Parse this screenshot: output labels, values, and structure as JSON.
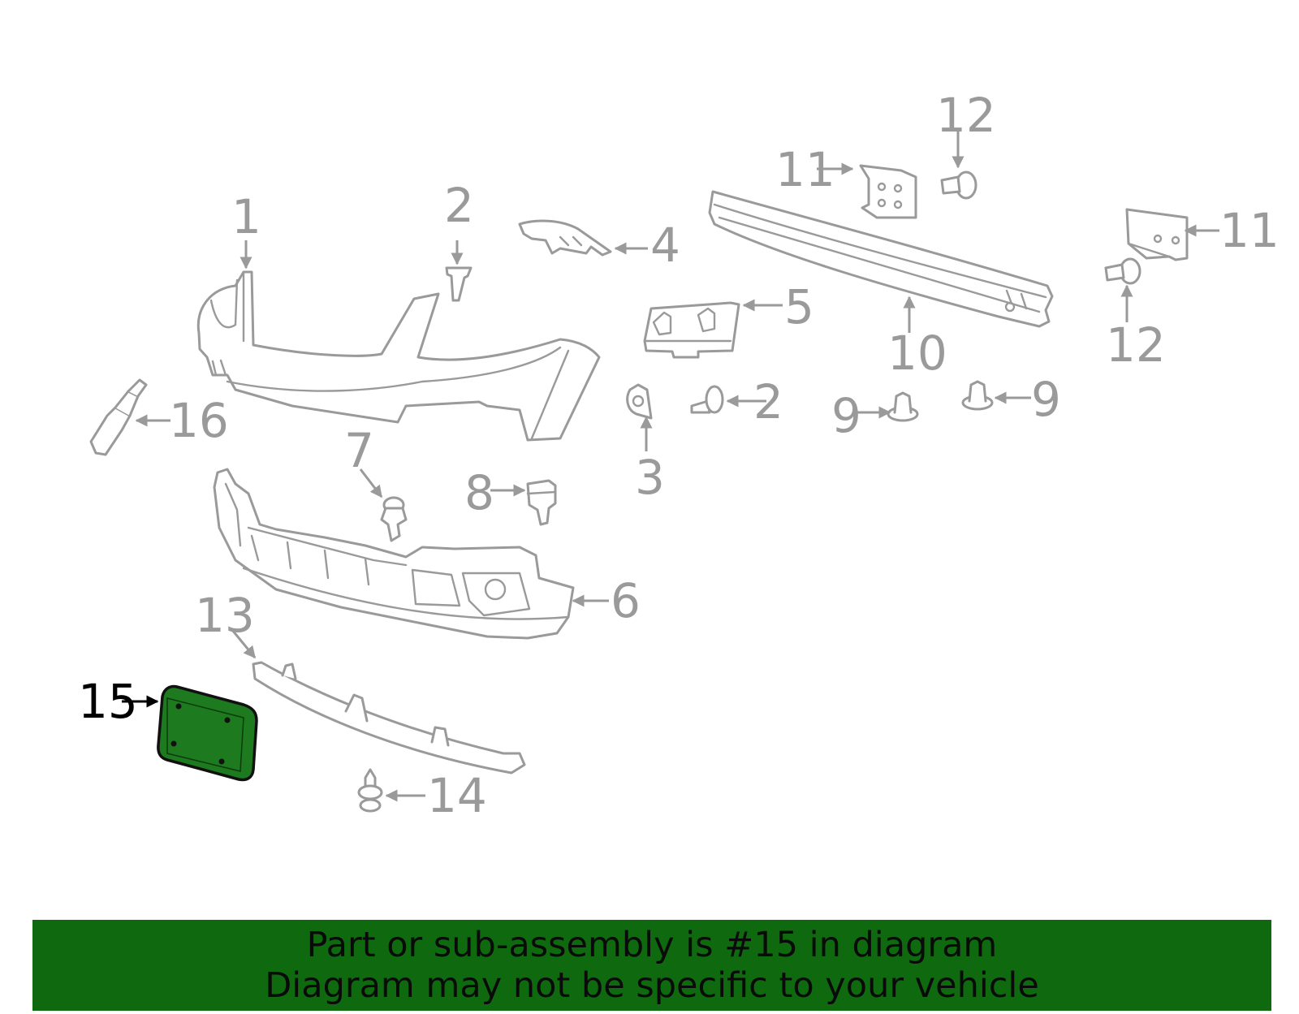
{
  "diagram": {
    "highlighted_part": "15",
    "highlight_color": "#1e7a1e",
    "line_color": "#9a9a9a",
    "callouts": [
      "1",
      "2",
      "2",
      "3",
      "4",
      "5",
      "6",
      "7",
      "8",
      "9",
      "9",
      "10",
      "11",
      "11",
      "12",
      "12",
      "13",
      "14",
      "15",
      "16"
    ]
  },
  "banner": {
    "line1": "Part or sub-assembly is #15 in diagram",
    "line2": "Diagram may not be specific to your vehicle",
    "background_color": "#0f6a0f"
  }
}
